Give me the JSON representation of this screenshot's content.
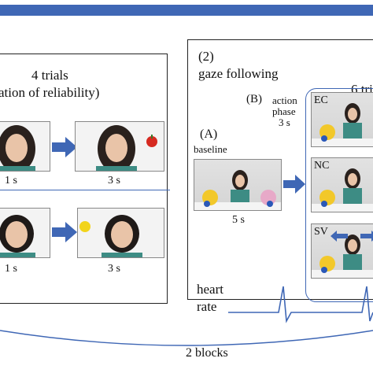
{
  "left_panel": {
    "title_line1": "4 trials",
    "title_line2": "ation of reliability)",
    "row1_left_time": "1 s",
    "row1_right_time": "3 s",
    "row2_left_time": "1 s",
    "row2_right_time": "3 s"
  },
  "right_panel": {
    "section_number": "(2)",
    "section_title": "gaze following",
    "trials_label": "6 tri",
    "phase_b_letter": "(B)",
    "phase_b_line1": "action",
    "phase_b_line2": "phase",
    "phase_b_time": "3 s",
    "baseline_letter": "(A)",
    "baseline_label": "baseline",
    "baseline_time": "5 s",
    "conditions": [
      "EC",
      "NC",
      "SV"
    ],
    "heart_line1": "heart",
    "heart_line2": "rate"
  },
  "footer": {
    "blocks_label": "2 blocks"
  },
  "colors": {
    "accent_blue": "#3f67b5",
    "frame": "#222222",
    "apple": "#d62a20",
    "ball": "#f2d41a"
  }
}
